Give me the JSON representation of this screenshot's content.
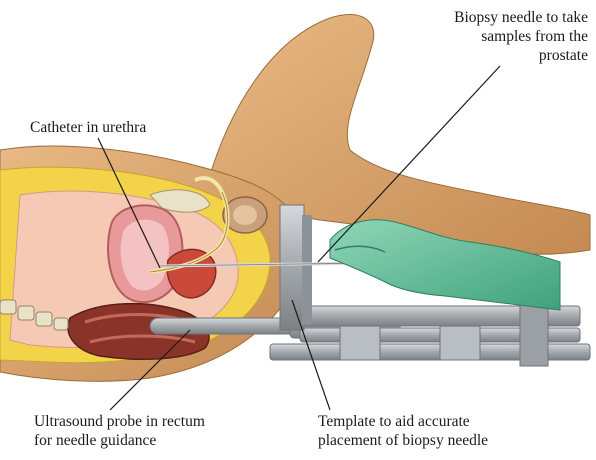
{
  "labels": {
    "biopsy_needle": [
      "Biopsy needle to take",
      "samples from the",
      "prostate"
    ],
    "catheter": [
      "Catheter in urethra"
    ],
    "ultrasound": [
      "Ultrasound probe in rectum",
      "for needle guidance"
    ],
    "template": [
      "Template to aid accurate",
      "placement of biopsy needle"
    ]
  },
  "colors": {
    "skin": "#d9a66e",
    "skin_shadow": "#b97f45",
    "fat": "#f2d34a",
    "bladder": "#e89a9a",
    "prostate": "#c94a3a",
    "rectum": "#8a3328",
    "glove": "#5fbf9a",
    "metal": "#a9aeb3",
    "text": "#1a1a1a"
  }
}
